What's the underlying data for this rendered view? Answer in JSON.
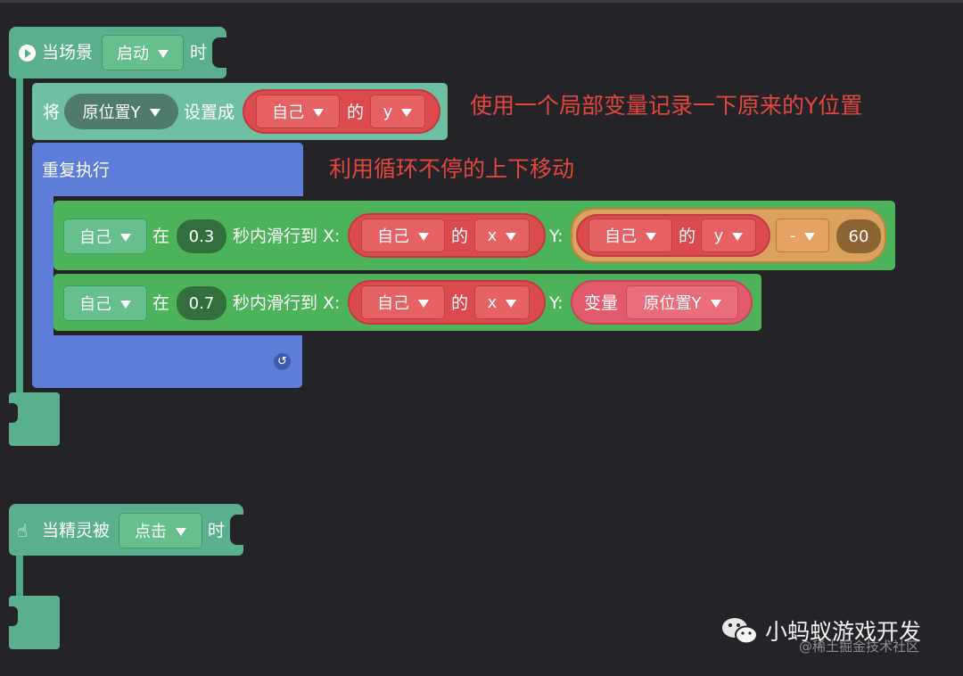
{
  "blocks": {
    "start": {
      "prefix": "当场景",
      "dropdown": "启动",
      "suffix": "时"
    },
    "set_var": {
      "prefix": "将",
      "var_dropdown": "原位置Y",
      "mid": "设置成",
      "target": "自己",
      "of": "的",
      "prop": "y"
    },
    "repeat": {
      "label": "重复执行"
    },
    "glide1": {
      "target": "自己",
      "at": "在",
      "seconds": "0.3",
      "action": "秒内滑行到 X:",
      "x_target": "自己",
      "x_of": "的",
      "x_prop": "x",
      "y_label": "Y:",
      "y_target": "自己",
      "y_of": "的",
      "y_prop": "y",
      "op": "-",
      "amount": "60"
    },
    "glide2": {
      "target": "自己",
      "at": "在",
      "seconds": "0.7",
      "action": "秒内滑行到 X:",
      "x_target": "自己",
      "x_of": "的",
      "x_prop": "x",
      "y_label": "Y:",
      "var_label": "变量",
      "var_name": "原位置Y"
    },
    "click_event": {
      "prefix": "当精灵被",
      "dropdown": "点击",
      "suffix": "时"
    }
  },
  "annotations": {
    "note1": "使用一个局部变量记录一下原来的Y位置",
    "note2": "利用循环不停的上下移动"
  },
  "watermark": {
    "brand": "小蚂蚁游戏开发",
    "community": "@稀土掘金技术社区"
  },
  "colors": {
    "background": "#242428",
    "event_green": "#5ab08e",
    "control_blue": "#5d7dd8",
    "motion_green": "#4db35a",
    "sensing_red": "#db4a4e",
    "operator_orange": "#dba15e",
    "annotation_red": "#e2473f"
  }
}
